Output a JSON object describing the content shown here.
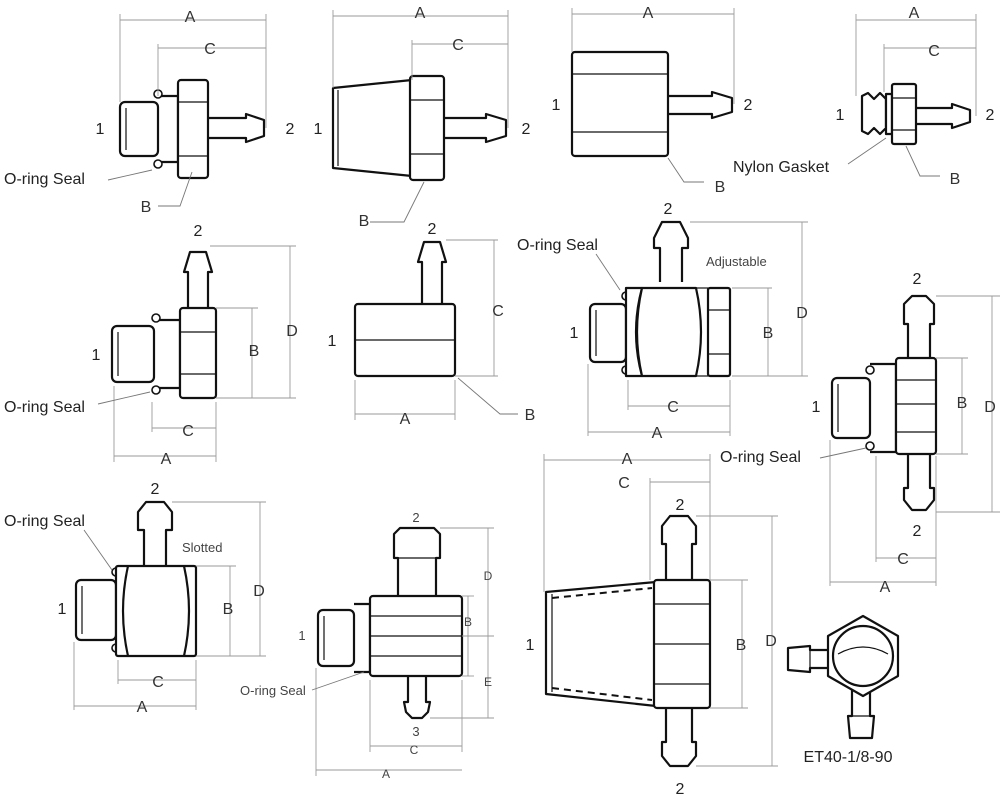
{
  "labels": {
    "A": "A",
    "B": "B",
    "C": "C",
    "D": "D",
    "E": "E",
    "port1": "1",
    "port2": "2",
    "port3": "3",
    "oring": "O-ring Seal",
    "nylon": "Nylon Gasket",
    "adjustable": "Adjustable",
    "slotted": "Slotted",
    "part": "ET40-1/8-90"
  },
  "colors": {
    "outline": "#111111",
    "dimension": "#9a9a9a",
    "text": "#222222"
  }
}
